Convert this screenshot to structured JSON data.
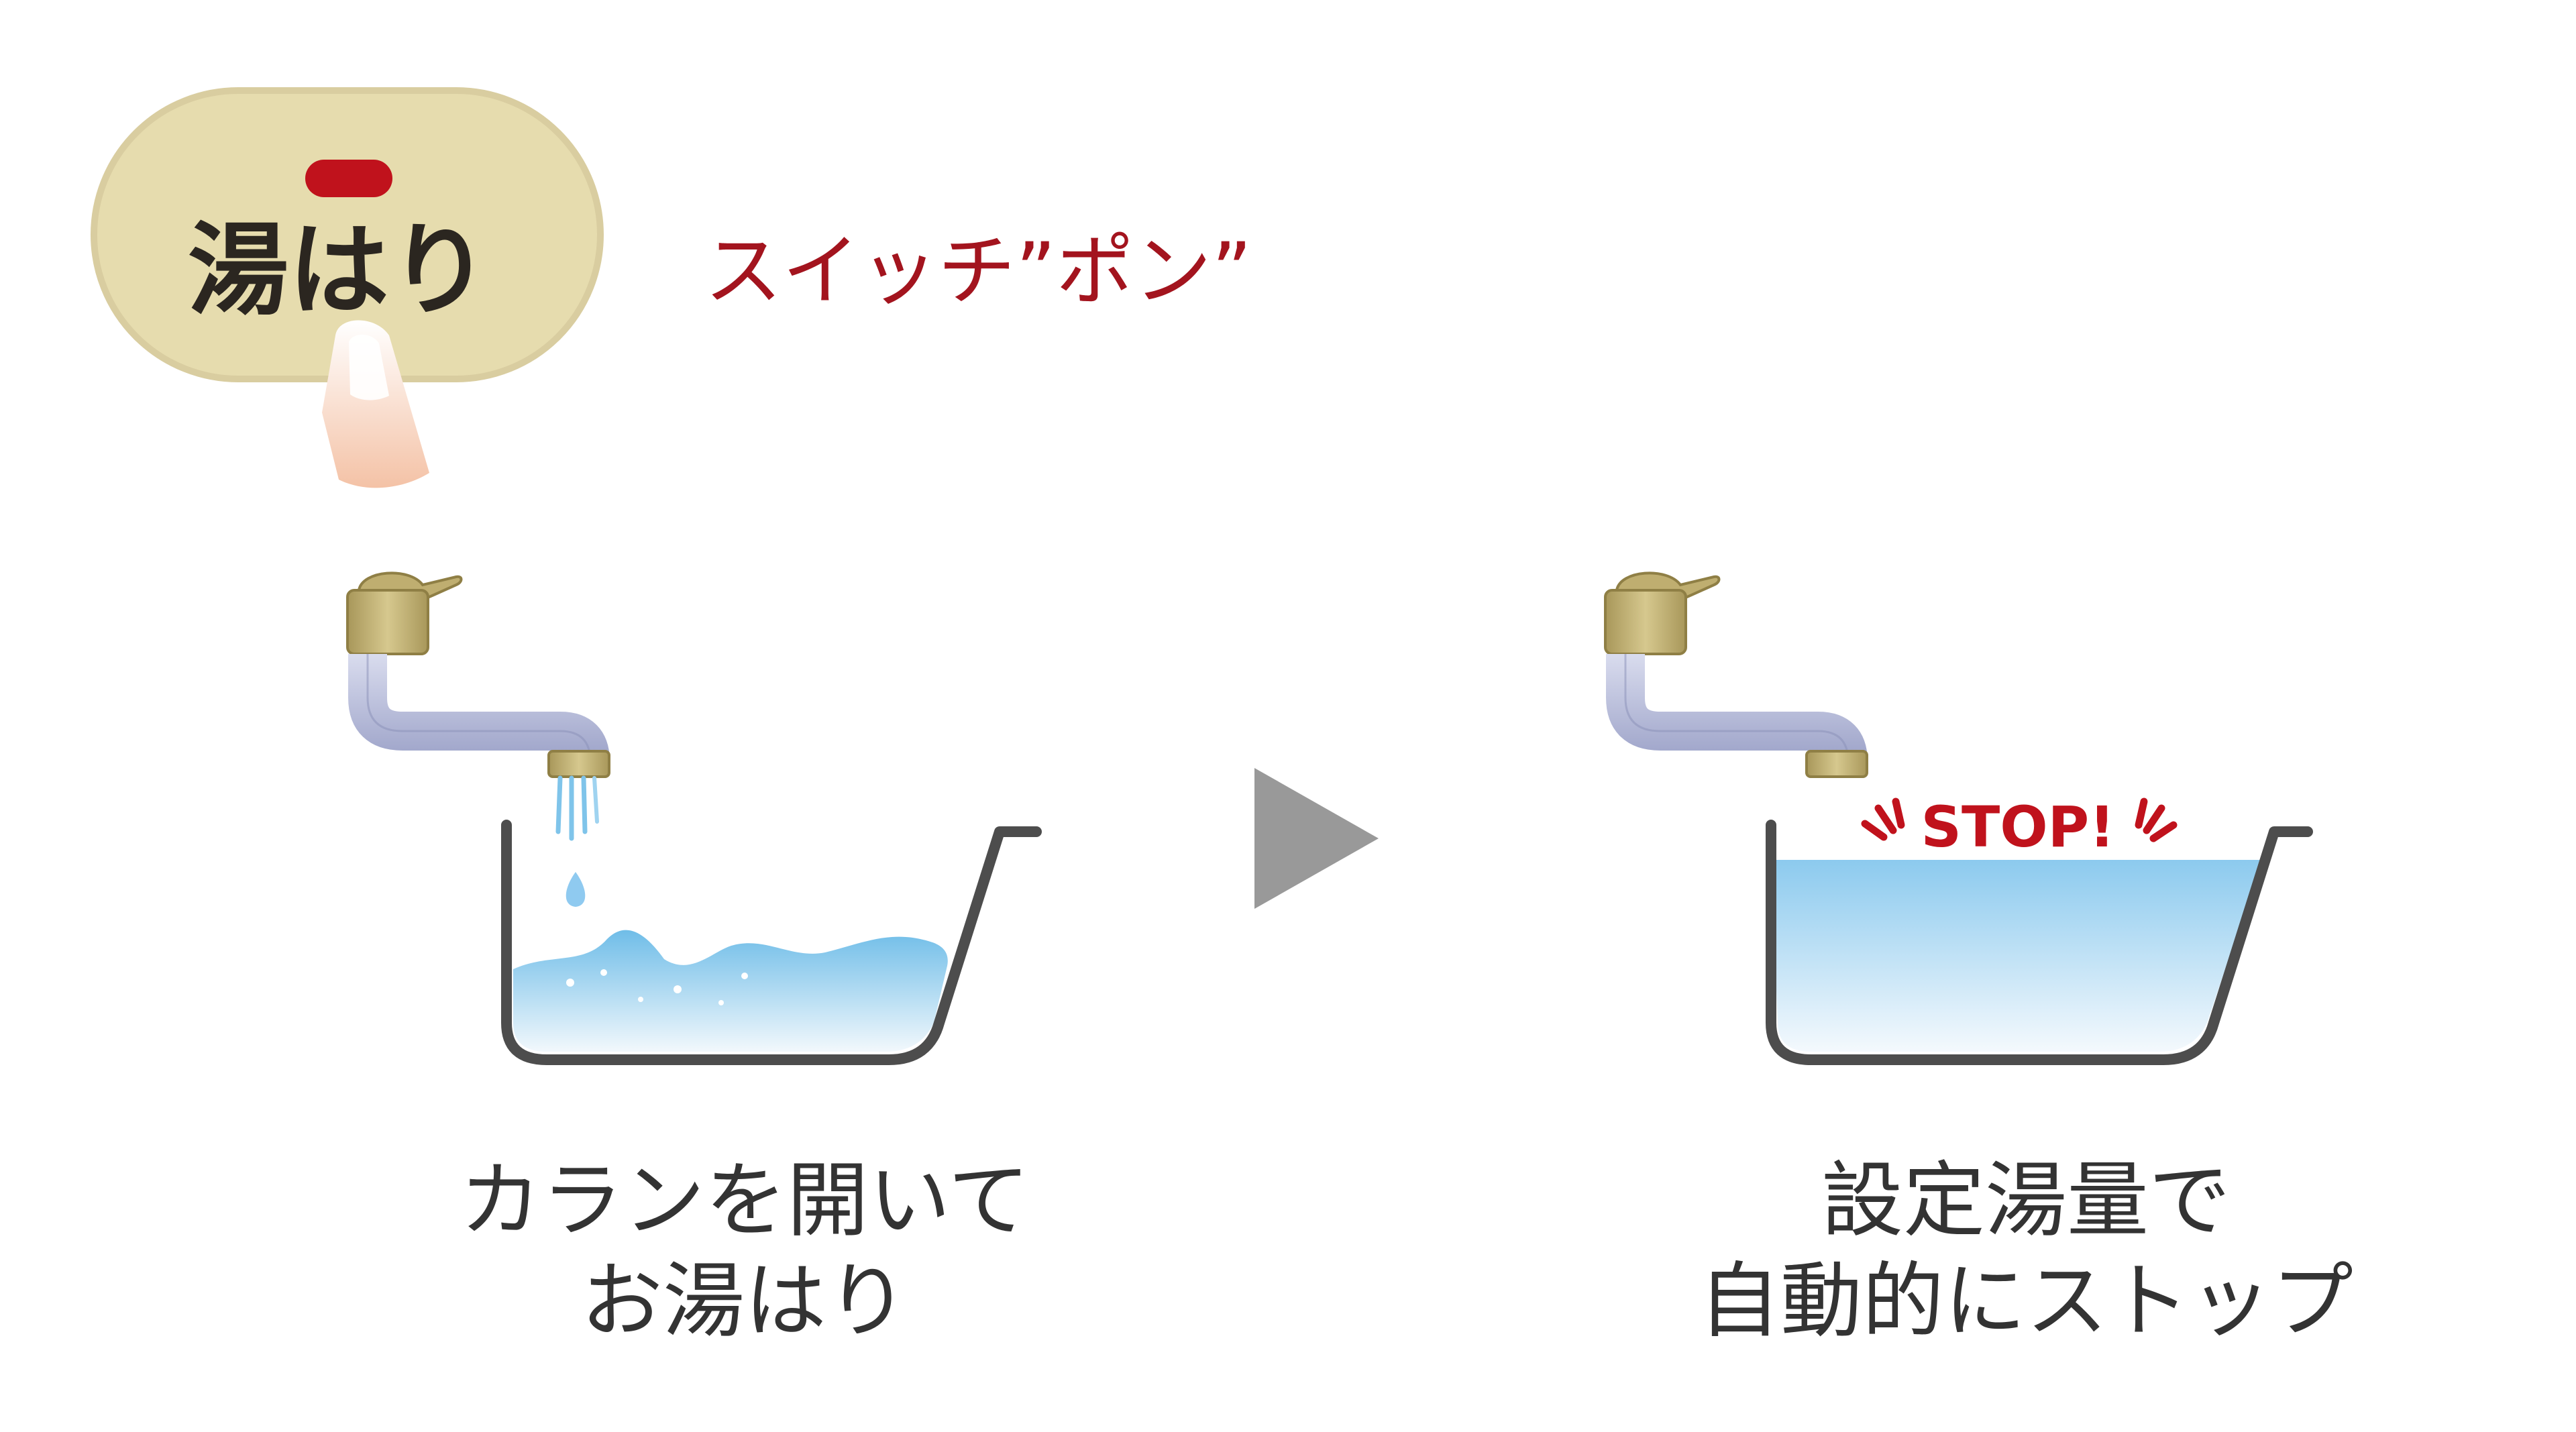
{
  "button": {
    "label": "湯はり"
  },
  "callout": {
    "text": "スイッチ”ポン”"
  },
  "stop_badge": {
    "text": "STOP!"
  },
  "steps": [
    {
      "caption_line1": "カランを開いて",
      "caption_line2": "お湯はり"
    },
    {
      "caption_line1": "設定湯量で",
      "caption_line2": "自動的にストップ"
    }
  ],
  "colors": {
    "button_fill": "#e6dcae",
    "button_stroke": "#d9cda0",
    "indicator_red": "#c0121c",
    "callout_red": "#a3141e",
    "faucet_brass": "#bfae70",
    "pipe_lavender": "#b3b8d6",
    "water_blue": "#7fc4ea",
    "tub_outline": "#4d4d4d",
    "arrow_gray": "#999999"
  }
}
